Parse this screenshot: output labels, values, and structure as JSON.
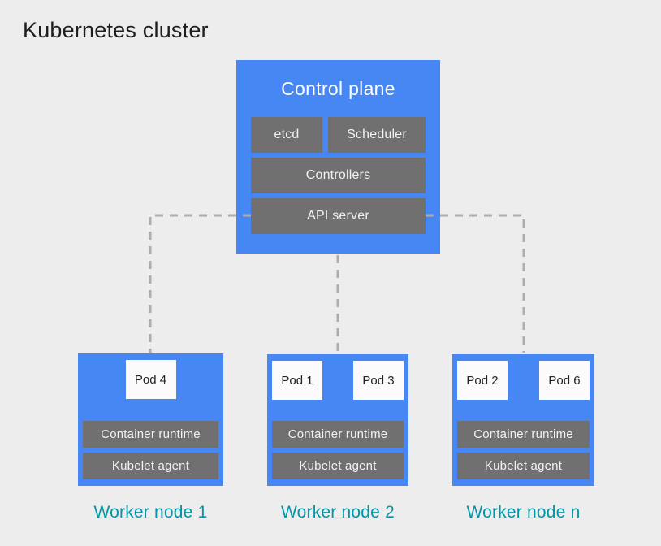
{
  "title": "Kubernetes cluster",
  "control_plane": {
    "title": "Control plane",
    "components": [
      "etcd",
      "Scheduler",
      "Controllers",
      "API server"
    ]
  },
  "workers": [
    {
      "label": "Worker node 1",
      "pods": [
        "Pod 4"
      ],
      "runtime": "Container runtime",
      "kubelet": "Kubelet agent"
    },
    {
      "label": "Worker node 2",
      "pods": [
        "Pod 1",
        "Pod 3"
      ],
      "runtime": "Container runtime",
      "kubelet": "Kubelet agent"
    },
    {
      "label": "Worker node n",
      "pods": [
        "Pod 2",
        "Pod 6"
      ],
      "runtime": "Container runtime",
      "kubelet": "Kubelet agent"
    }
  ],
  "colors": {
    "bg": "#EDEDED",
    "blue": "#4687F3",
    "gray": "#707070",
    "dash": "#ADADAD",
    "teal": "#0097A7",
    "pod_bg": "#FBFBFB",
    "title_color": "#1E1E1E",
    "comp_text": "#F2F2F2",
    "pod_text": "#242424",
    "cp_title_color": "#FDFDFD"
  }
}
